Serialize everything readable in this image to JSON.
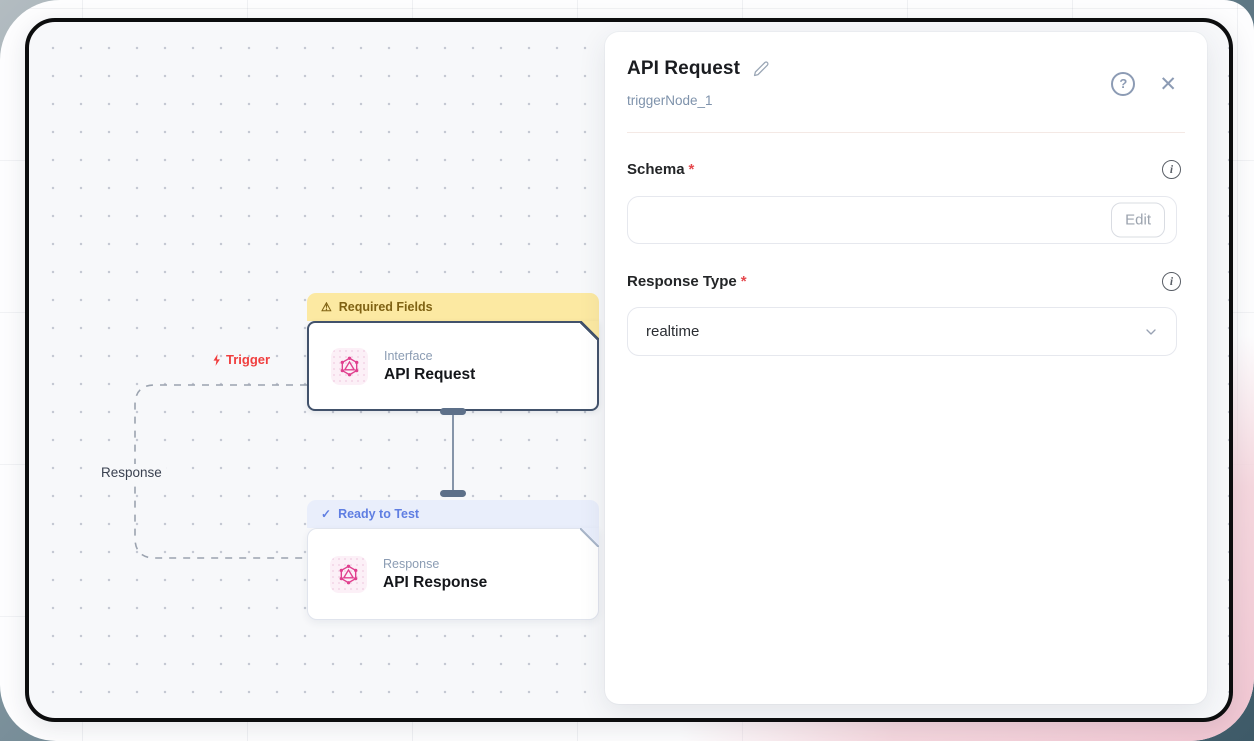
{
  "canvas": {
    "edges": {
      "trigger_label": "Trigger",
      "response_label": "Response"
    },
    "nodes": [
      {
        "banner_label": "Required Fields",
        "category": "Interface",
        "title": "API Request"
      },
      {
        "banner_label": "Ready to Test",
        "category": "Response",
        "title": "API Response"
      }
    ]
  },
  "panel": {
    "title": "API Request",
    "node_id": "triggerNode_1",
    "required_marker": "*",
    "fields": [
      {
        "label": "Schema",
        "action_label": "Edit"
      },
      {
        "label": "Response Type",
        "value": "realtime"
      }
    ],
    "help_glyph": "?",
    "close_glyph": "✕"
  },
  "icons": {
    "warning_glyph": "⚠",
    "check_glyph": "✓"
  },
  "colors": {
    "accent_pink": "#e0408f",
    "warning_bg": "#fce9a2",
    "warning_text": "#7f6213",
    "ready_bg": "#e9eefb",
    "ready_text": "#5f7ee2",
    "trigger_red": "#f03e3e",
    "selected_border": "#42526b",
    "frame_border": "#0c0d0e",
    "canvas_bg": "#f7f8fa",
    "outside_pink": "#f1c6d2"
  }
}
